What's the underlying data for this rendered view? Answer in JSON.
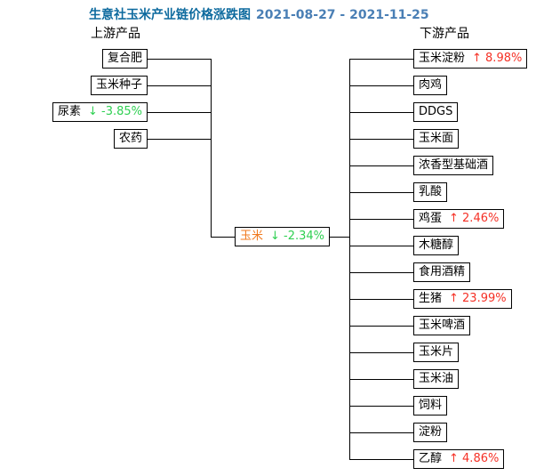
{
  "title": {
    "text": "生意社玉米产业链价格涨跌图",
    "date_range": "2021-08-27 - 2021-11-25"
  },
  "upstream": {
    "header": "上游产品",
    "items": [
      {
        "label": "复合肥"
      },
      {
        "label": "玉米种子"
      },
      {
        "label": "尿素",
        "change": "↓ -3.85%",
        "direction": "down"
      },
      {
        "label": "农药"
      }
    ]
  },
  "center": {
    "label": "玉米",
    "change": "↓ -2.34%",
    "direction": "down"
  },
  "downstream": {
    "header": "下游产品",
    "items": [
      {
        "label": "玉米淀粉",
        "change": "↑ 8.98%",
        "direction": "up"
      },
      {
        "label": "肉鸡"
      },
      {
        "label": "DDGS"
      },
      {
        "label": "玉米面"
      },
      {
        "label": "浓香型基础酒"
      },
      {
        "label": "乳酸"
      },
      {
        "label": "鸡蛋",
        "change": "↑ 2.46%",
        "direction": "up"
      },
      {
        "label": "木糖醇"
      },
      {
        "label": "食用酒精"
      },
      {
        "label": "生猪",
        "change": "↑ 23.99%",
        "direction": "up"
      },
      {
        "label": "玉米啤酒"
      },
      {
        "label": "玉米片"
      },
      {
        "label": "玉米油"
      },
      {
        "label": "饲料"
      },
      {
        "label": "淀粉"
      },
      {
        "label": "乙醇",
        "change": "↑ 4.86%",
        "direction": "up"
      }
    ]
  },
  "colors": {
    "title": "#0d6a9e",
    "date": "#4a7fb5",
    "up": "#f53126",
    "down": "#2fd052",
    "corn": "#f0791e"
  }
}
